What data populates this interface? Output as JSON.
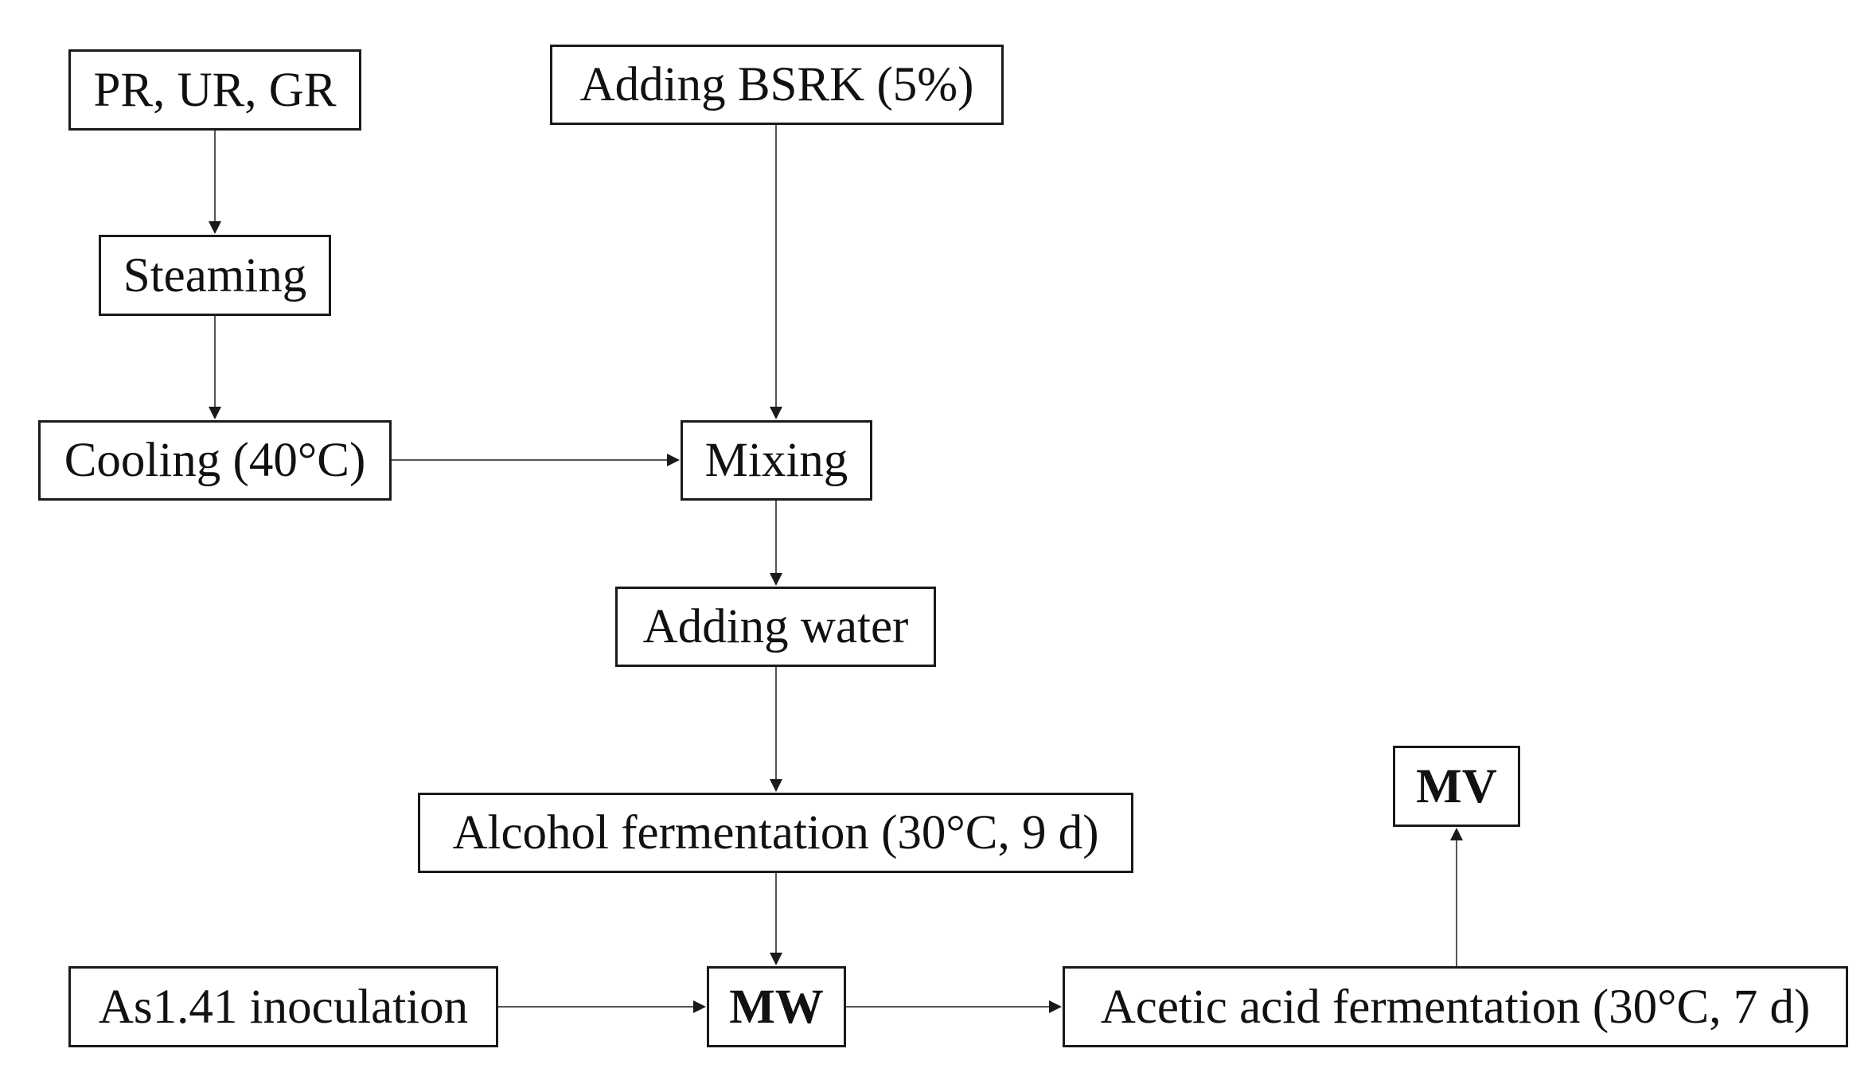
{
  "diagram": {
    "nodes": {
      "pr": {
        "label": "PR, UR, GR"
      },
      "bsrk": {
        "label": "Adding BSRK (5%)"
      },
      "steam": {
        "label": "Steaming"
      },
      "cool": {
        "label": "Cooling (40°C)"
      },
      "mix": {
        "label": "Mixing"
      },
      "water": {
        "label": "Adding water"
      },
      "alcohol": {
        "label": "Alcohol fermentation (30°C, 9 d)"
      },
      "mv": {
        "label": "MV"
      },
      "as": {
        "label": "As1.41 inoculation"
      },
      "mw": {
        "label": "MW"
      },
      "acetic": {
        "label": "Acetic acid fermentation (30°C, 7 d)"
      }
    },
    "edges": [
      {
        "from": "pr",
        "to": "steam"
      },
      {
        "from": "steam",
        "to": "cool"
      },
      {
        "from": "cool",
        "to": "mix"
      },
      {
        "from": "bsrk",
        "to": "mix"
      },
      {
        "from": "mix",
        "to": "water"
      },
      {
        "from": "water",
        "to": "alcohol"
      },
      {
        "from": "alcohol",
        "to": "mw"
      },
      {
        "from": "as",
        "to": "mw"
      },
      {
        "from": "mw",
        "to": "acetic"
      },
      {
        "from": "acetic",
        "to": "mv"
      }
    ],
    "colors": {
      "line": "#1a1a1a",
      "text": "#111111",
      "background": "#ffffff"
    }
  }
}
